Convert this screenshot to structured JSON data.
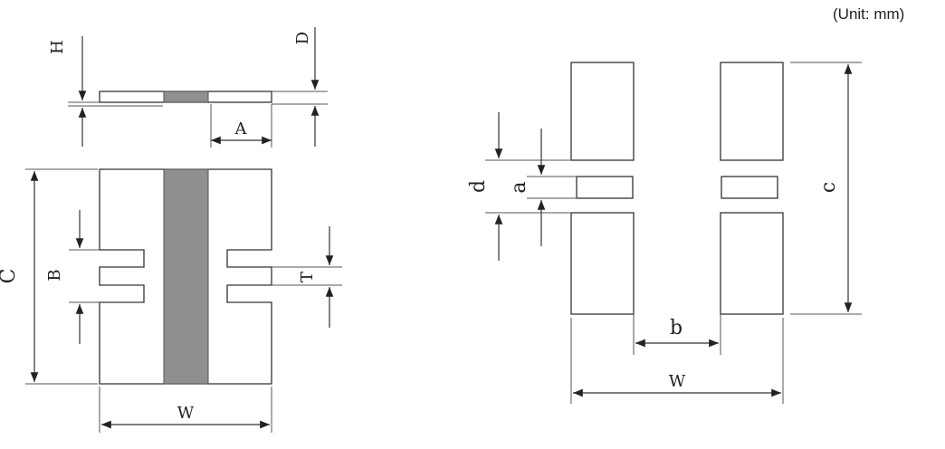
{
  "unit_note": "(Unit: mm)",
  "side_view": {
    "labels": {
      "H": "H",
      "D": "D",
      "A": "A"
    }
  },
  "top_view": {
    "labels": {
      "C": "C",
      "B": "B",
      "T": "T",
      "W": "W"
    }
  },
  "land_pattern": {
    "labels": {
      "d": "d",
      "a": "a",
      "c": "c",
      "b": "b",
      "W": "W"
    }
  }
}
